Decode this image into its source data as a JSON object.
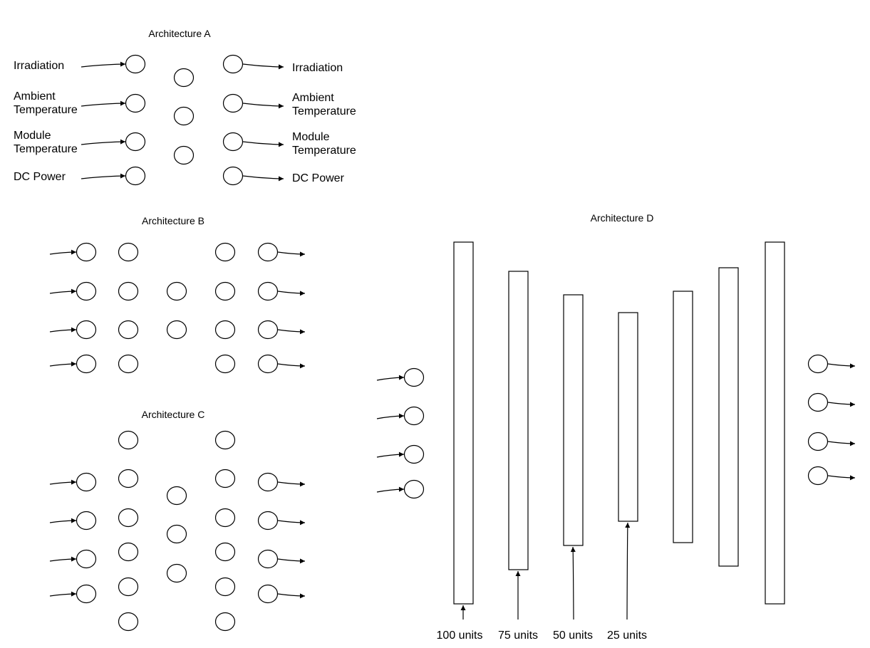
{
  "architecture_a": {
    "title": "Architecture A",
    "input_labels": [
      [
        "Irradiation"
      ],
      [
        "Ambient",
        "Temperature"
      ],
      [
        "Module",
        "Temperature"
      ],
      [
        "DC Power"
      ]
    ],
    "output_labels": [
      [
        "Irradiation"
      ],
      [
        "Ambient",
        "Temperature"
      ],
      [
        "Module",
        "Temperature"
      ],
      [
        "DC Power"
      ]
    ]
  },
  "architecture_b": {
    "title": "Architecture B"
  },
  "architecture_c": {
    "title": "Architecture C"
  },
  "architecture_d": {
    "title": "Architecture D",
    "unit_labels": [
      "100 units",
      "75 units",
      "50 units",
      "25 units"
    ]
  }
}
